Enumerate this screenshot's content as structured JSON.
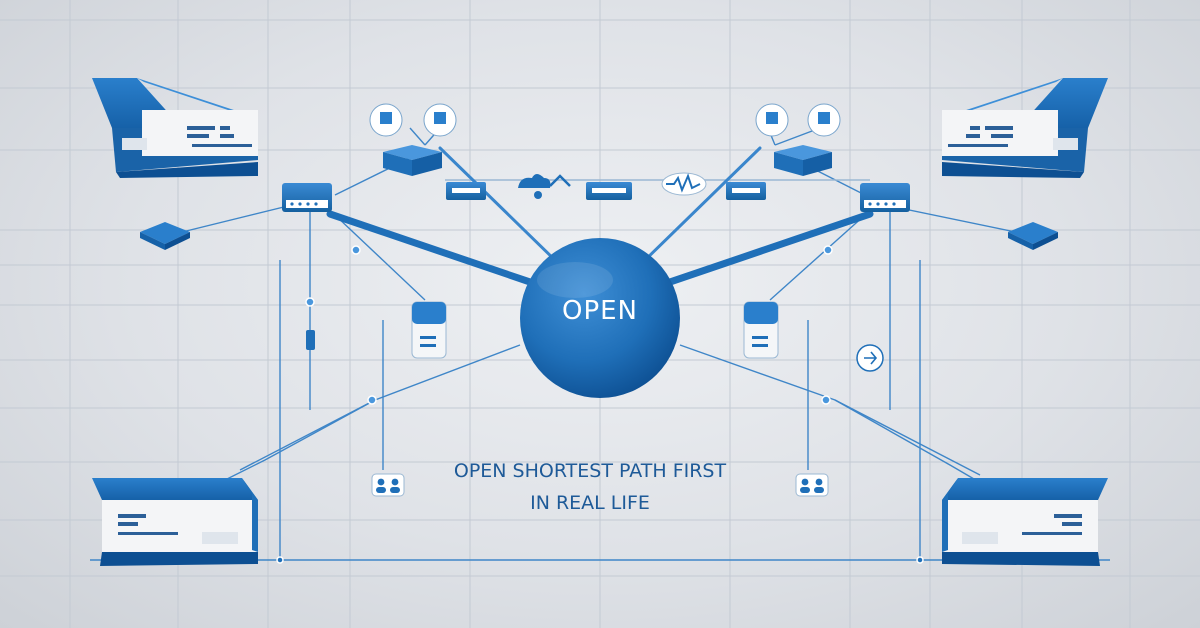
{
  "hub": {
    "label": "OPEN"
  },
  "caption": {
    "line1": "OPEN SHORTEST PATH FIRST",
    "line2": "IN REAL LIFE"
  },
  "colors": {
    "primary": "#1f6fb8",
    "dark": "#0d4f92",
    "light": "#4a97dd",
    "line": "#7aa5cc",
    "text": "#1e5a98",
    "background": "#e3e6ea"
  },
  "icons": [
    "server-icon",
    "router-icon",
    "switch-icon",
    "wifi-icon",
    "cloud-icon",
    "home-icon",
    "pulse-icon",
    "phone-icon",
    "users-icon"
  ]
}
